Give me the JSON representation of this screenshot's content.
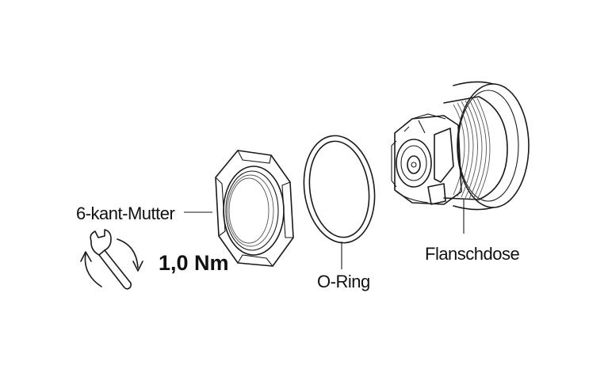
{
  "labels": {
    "nut": "6-kant-Mutter",
    "oring": "O-Ring",
    "flange": "Flanschdose",
    "torque": "1,0 Nm"
  },
  "icons": {
    "torque_tool": "wrench-with-rotation-arrows-icon"
  },
  "colors": {
    "line": "#1a1a1a",
    "background": "#ffffff"
  }
}
